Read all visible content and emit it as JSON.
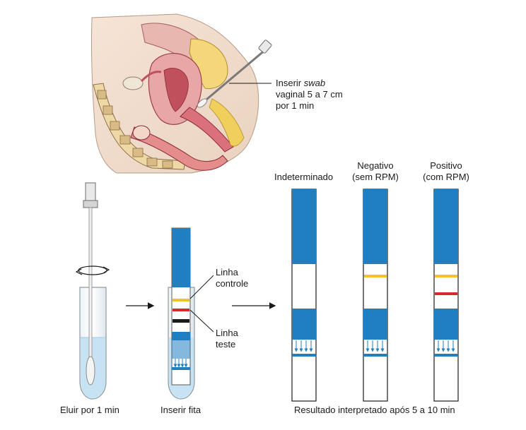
{
  "swab_instruction": {
    "line1_prefix": "Inserir ",
    "line1_italic": "swab",
    "line2": "vaginal 5 a 7 cm",
    "line3": "por 1 min"
  },
  "steps": {
    "elute": "Eluir por 1 min",
    "insert_strip": "Inserir fita"
  },
  "strip_labels": {
    "control_line1": "Linha",
    "control_line2": "controle",
    "test_line1": "Linha",
    "test_line2": "teste"
  },
  "results": {
    "indeterminate": "Indeterminado",
    "negative_line1": "Negativo",
    "negative_line2": "(sem RPM)",
    "positive_line1": "Positivo",
    "positive_line2": "(com RPM)",
    "caption": "Resultado interpretado após 5 a 10 min"
  },
  "colors": {
    "strip_blue": "#1f7fc1",
    "control_line": "#f2c12e",
    "test_line": "#d42a2a",
    "black_band": "#1a1a1a",
    "tissue_pink": "#e9a6a6",
    "tissue_dark": "#c0505a",
    "tissue_yellow": "#f1cf5c",
    "liquid": "#c7e3f3"
  },
  "icon_names": [
    "rotation-arrow-icon",
    "right-arrow-icon",
    "flow-arrows-icon"
  ]
}
